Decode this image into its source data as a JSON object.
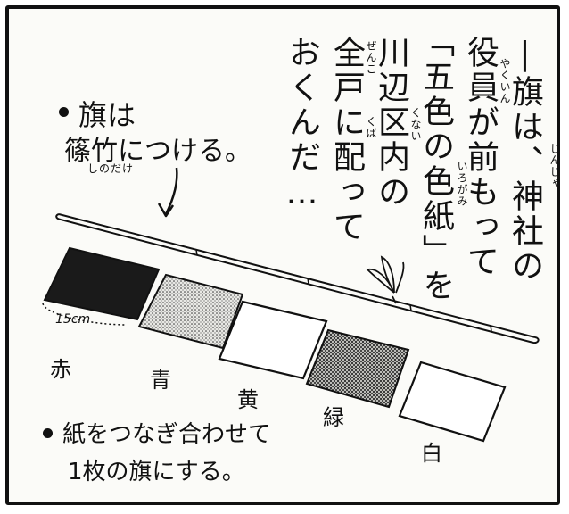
{
  "vertical_text": {
    "col1": "|旗は、神社の",
    "col2": "役員が前もって",
    "col3": "「五色の色紙」を",
    "col4": "川辺区内の",
    "col5": "全戸に配って",
    "col6": "おくんだ…"
  },
  "furigana": {
    "jinja": "じんじゃ",
    "yakuin": "やくいん",
    "irogami": "いろがみ",
    "kunai": "くない",
    "zenko": "ぜんこ",
    "kuba": "くば"
  },
  "note1": {
    "line1": "旗は",
    "line2": "篠竹につける。",
    "furigana": "しのだけ"
  },
  "note2": {
    "line1": "紙をつなぎ合わせて",
    "line2": "1枚の旗にする。"
  },
  "size_label": "15cm",
  "colors": [
    {
      "label": "赤",
      "fill": "#1a1a1a"
    },
    {
      "label": "青",
      "fill": "dotted-gray"
    },
    {
      "label": "黄",
      "fill": "#ffffff"
    },
    {
      "label": "緑",
      "fill": "dotted-dark"
    },
    {
      "label": "白",
      "fill": "#ffffff"
    }
  ]
}
